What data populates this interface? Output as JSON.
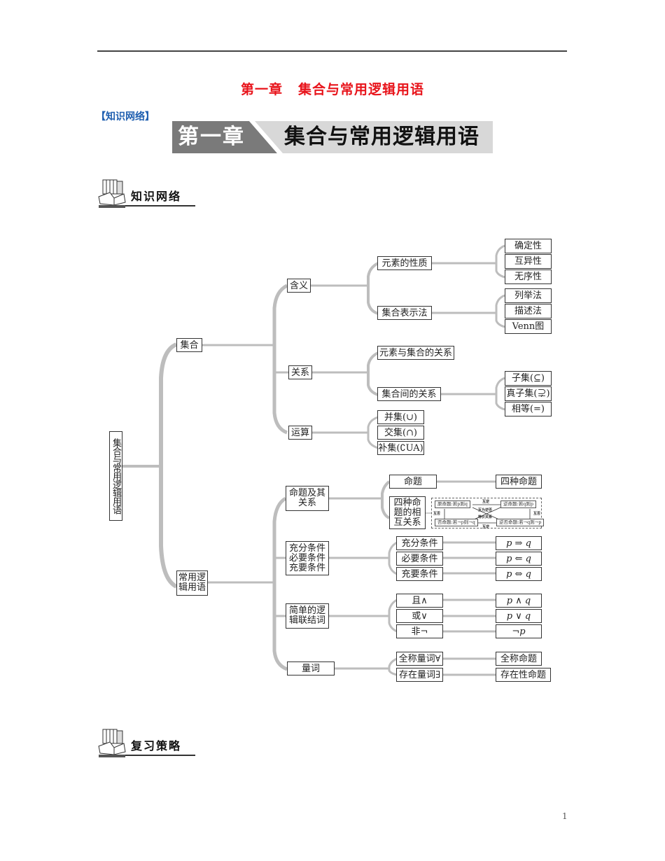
{
  "header": {
    "chapter_title_part1": "第一章",
    "chapter_title_part2": "集合与常用逻辑用语",
    "section_tag": "【知识网络】",
    "banner_left": "第一章",
    "banner_right": "集合与常用逻辑用语"
  },
  "sections": {
    "knowledge_network": "知识网络",
    "review_strategy": "复习策略"
  },
  "mindmap": {
    "root": "集合与常用逻辑用语",
    "set": {
      "label": "集合",
      "meaning": {
        "label": "含义",
        "element_properties": {
          "label": "元素的性质",
          "items": [
            "确定性",
            "互异性",
            "无序性"
          ]
        },
        "representation": {
          "label": "集合表示法",
          "items": [
            "列举法",
            "描述法",
            "Venn图"
          ]
        }
      },
      "relation": {
        "label": "关系",
        "element_set": {
          "label": "元素与集合的关系"
        },
        "set_set": {
          "label": "集合间的关系",
          "items": [
            "子集(⊆)",
            "真子集(⊋)",
            "相等(=)"
          ]
        }
      },
      "operation": {
        "label": "运算",
        "items": [
          "并集(∪)",
          "交集(∩)",
          "补集(∁UA)"
        ]
      }
    },
    "logic": {
      "label": "常用逻辑用语",
      "propositions": {
        "label": "命题及其关系",
        "proposition": "命题",
        "four_kinds": "四种命题",
        "mutual_relation": "四种命题的相互关系",
        "diagram": {
          "original": "原命题:若p则q",
          "converse": "逆命题:若q则p",
          "inverse": "否命题:若¬p则¬q",
          "contrapositive": "逆否命题:若¬q则¬p",
          "mutual_converse": "互逆",
          "mutual_negation": "互否",
          "mutual_contrapositive": "互为逆否",
          "equivalence": "等价关系"
        }
      },
      "conditions": {
        "label": "充分条件必要条件充要条件",
        "items": [
          {
            "name": "充分条件",
            "formula": "p ⇒ q"
          },
          {
            "name": "必要条件",
            "formula": "p ⇐ q"
          },
          {
            "name": "充要条件",
            "formula": "p ⇔ q"
          }
        ]
      },
      "connectives": {
        "label": "简单的逻辑联结词",
        "items": [
          {
            "name": "且∧",
            "formula": "p ∧ q"
          },
          {
            "name": "或∨",
            "formula": "p ∨ q"
          },
          {
            "name": "非¬",
            "formula": "¬p"
          }
        ]
      },
      "quantifiers": {
        "label": "量词",
        "items": [
          {
            "name": "全称量词∀",
            "result": "全称命题"
          },
          {
            "name": "存在量词∃",
            "result": "存在性命题"
          }
        ]
      }
    }
  },
  "footer": {
    "page_number": "1"
  },
  "colors": {
    "title_red": "#e8141b",
    "tag_blue": "#1f5fb0",
    "connector_gray": "#bdbdbd"
  }
}
